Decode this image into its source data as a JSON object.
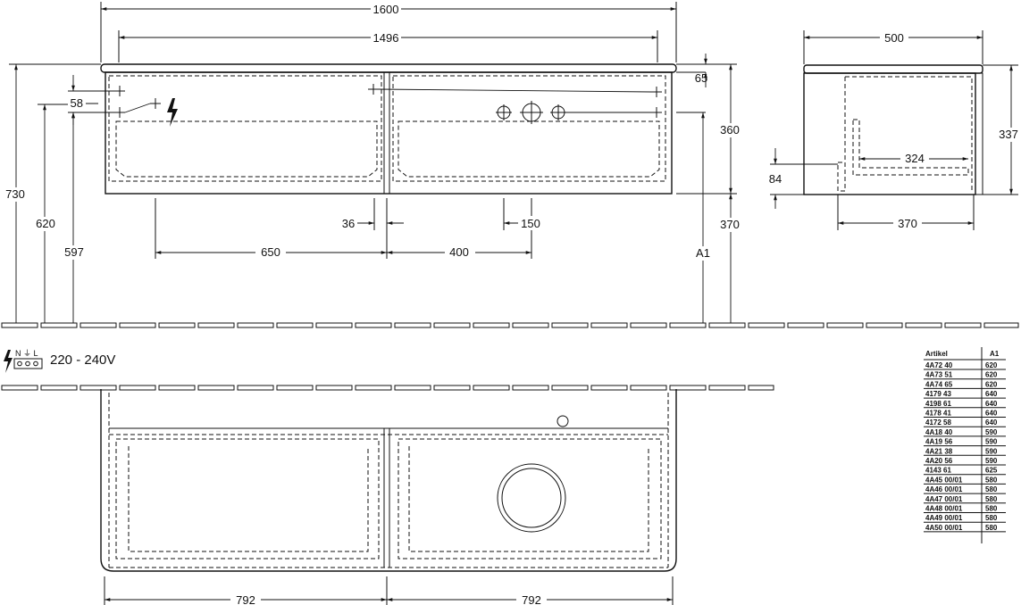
{
  "front_view": {
    "dim_width_total": "1600",
    "dim_width_inner": "1496",
    "dim_top_thickness": "65",
    "dim_height_unit": "360",
    "dim_below_unit": "370",
    "dim_A1": "A1",
    "dim_730": "730",
    "dim_620": "620",
    "dim_597": "597",
    "dim_58": "58",
    "dim_36": "36",
    "dim_150": "150",
    "dim_650": "650",
    "dim_400": "400"
  },
  "side_view": {
    "dim_depth_top": "500",
    "dim_height": "337",
    "dim_drawer_depth": "324",
    "dim_drawer_height": "84",
    "dim_depth_bottom": "370"
  },
  "electrical": {
    "voltage": "220 - 240V",
    "terminal_labels": "N ⏚ L"
  },
  "plan_view": {
    "dim_left": "792",
    "dim_right": "792"
  },
  "table": {
    "headers": [
      "Artikel",
      "A1"
    ],
    "rows": [
      [
        "4A72 40",
        "620"
      ],
      [
        "4A73 51",
        "620"
      ],
      [
        "4A74 65",
        "620"
      ],
      [
        "4179 43",
        "640"
      ],
      [
        "4198 61",
        "640"
      ],
      [
        "4178 41",
        "640"
      ],
      [
        "4172 58",
        "640"
      ],
      [
        "4A18 40",
        "590"
      ],
      [
        "4A19 56",
        "590"
      ],
      [
        "4A21 38",
        "590"
      ],
      [
        "4A20 56",
        "590"
      ],
      [
        "4143 61",
        "625"
      ],
      [
        "4A45 00/01",
        "580"
      ],
      [
        "4A46 00/01",
        "580"
      ],
      [
        "4A47 00/01",
        "580"
      ],
      [
        "4A48 00/01",
        "580"
      ],
      [
        "4A49 00/01",
        "580"
      ],
      [
        "4A50 00/01",
        "580"
      ]
    ]
  }
}
